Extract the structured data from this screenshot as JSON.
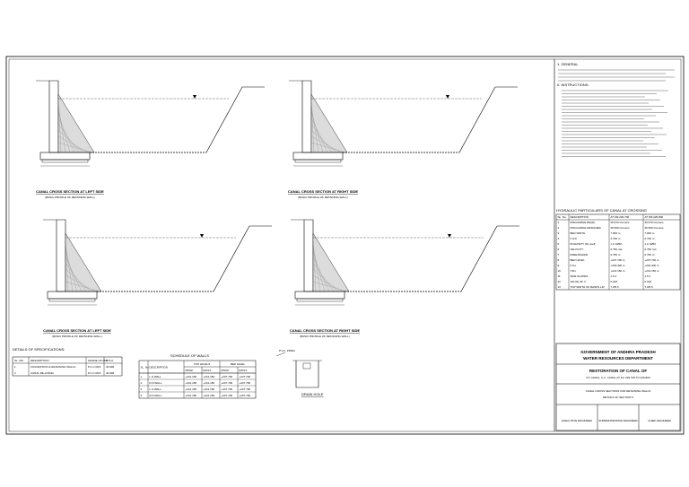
{
  "notes": {
    "heading": "1. GENERAL",
    "instructions_heading": "II. INSTRUCTIONS:"
  },
  "sections": [
    {
      "title": "CANAL CROSS SECTION AT LEFT SIDE",
      "subtitle": "(BASIC PROFILE OF RETAINING WALL)"
    },
    {
      "title": "CANAL CROSS SECTION AT RIGHT SIDE",
      "subtitle": "(BASIC PROFILE OF RETAINING WALL)"
    },
    {
      "title": "CANAL CROSS SECTION AT LEFT SIDE",
      "subtitle": "(BASIC PROFILE OF RETAINING WALL)"
    },
    {
      "title": "CANAL CROSS SECTION AT RIGHT SIDE",
      "subtitle": "(BASIC PROFILE OF RETAINING WALL)"
    }
  ],
  "hydraulic": {
    "title": "HYDRAULIC PARTICULARS OF CANAL AT CROSSING",
    "headers": [
      "SL. No.",
      "DESCRIPTION",
      "AT KM 229.700",
      "AT KM 229.800"
    ],
    "rows": [
      [
        "1",
        "DISCHARGE REQD.",
        "25.570 Cumecs",
        "25.570 Cumecs"
      ],
      [
        "2",
        "DISCHARGE DESIGNED",
        "25.830 Cumecs",
        "25.830 Cumecs"
      ],
      [
        "3",
        "BED WIDTH",
        "7.900 m",
        "7.900 m"
      ],
      [
        "4",
        "F.S.D",
        "2.700 m",
        "2.700 m"
      ],
      [
        "5",
        "RUGOSITY (N) coeff",
        "1 in 9250",
        "1 in 9250"
      ],
      [
        "6",
        "VELOCITY",
        "0.750 m/s",
        "0.750 m/s"
      ],
      [
        "7",
        "FREE BOARD",
        "0.750 m",
        "0.750 m"
      ],
      [
        "8",
        "BED LEVEL",
        "+237.700 m",
        "+237.700 m"
      ],
      [
        "9",
        "F.S.L",
        "+240.400 m",
        "+240.400 m"
      ],
      [
        "10",
        "T.B.L",
        "+241.150 m",
        "+241.150 m"
      ],
      [
        "11",
        "SIDE SLOPES",
        "1.5:1",
        "1.5:1"
      ],
      [
        "12",
        "VALUE OF 'n'",
        "0.018",
        "0.018"
      ],
      [
        "13",
        "TOP WIDTH OF BANKS L/R",
        "7.0/5.5",
        "7.0/5.5"
      ]
    ]
  },
  "specifications": {
    "title": "DETAILS OF SPECIFICATIONS:",
    "headers": [
      "SL. NO.",
      "DESCRIPTION",
      "GRADE OF MIX",
      "M.S.A."
    ],
    "rows": [
      [
        "1",
        "FOUNDATION & RETAINING WALLS",
        "P.C.C M15",
        "40 MM"
      ],
      [
        "2",
        "CANAL RE-LINING",
        "P.C.C M15",
        "40 MM"
      ]
    ]
  },
  "schedule": {
    "title": "SCHEDULE OF WALLS",
    "col_groups": [
      "TOP LEVELS",
      "BED LEVEL"
    ],
    "headers": [
      "SL. No.",
      "DESCRIPTION",
      "PROP.",
      "EXIST.",
      "PROP.",
      "EXIST."
    ],
    "rows": [
      [
        "1",
        "L.S.WALL",
        "+241.150",
        "+241.150",
        "+237.700",
        "+237.700"
      ],
      [
        "2",
        "R.S.WALL",
        "+241.150",
        "+241.150",
        "+237.700",
        "+237.700"
      ],
      [
        "3",
        "L.S.WALL",
        "+241.150",
        "+241.150",
        "+237.700",
        "+237.700"
      ],
      [
        "4",
        "R.S.WALL",
        "+241.150",
        "+241.150",
        "+237.700",
        "+237.700"
      ]
    ]
  },
  "weep_detail": {
    "title": "DRAIN HOLE",
    "label": "P.V.C. PIPES"
  },
  "title_block": {
    "org_line1": "GOVERNMENT OF ANDHRA PRADESH",
    "org_line2": "WATER RESOURCES DEPARTMENT",
    "project_line1": "RESTORATION OF CANAL OF",
    "project_line2": "KC CANAL, K.C. CANAL AT Km 229.700 TO 229.800",
    "drawing_title_line1": "CANAL CROSS SECTIONS FOR RETAINING WALLS",
    "drawing_title_line2": "DETAILS OF SECTION 3",
    "sig1": "EXECUTIVE ENGINEER",
    "sig2": "SUPERINTENDING ENGINEER",
    "sig3": "CHIEF ENGINEER"
  },
  "colors": {
    "line": "#000000",
    "background": "#ffffff"
  }
}
